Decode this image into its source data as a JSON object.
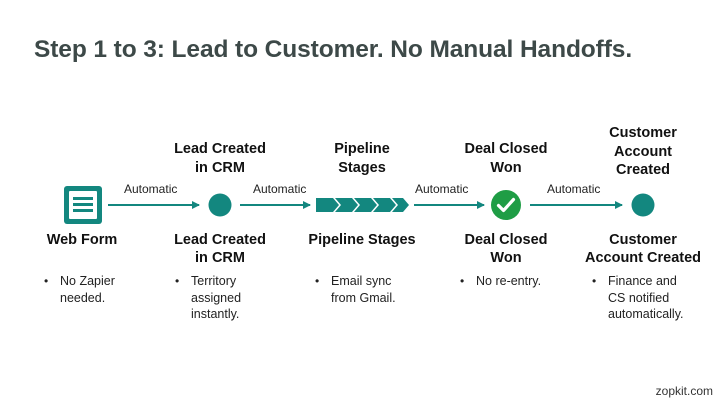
{
  "title": "Step 1 to 3: Lead to Customer. No Manual Handoffs.",
  "colors": {
    "accent": "#13877f",
    "check": "#1f9d45",
    "title": "#3d4948"
  },
  "connectors": [
    "Automatic",
    "Automatic",
    "Automatic",
    "Automatic"
  ],
  "steps": [
    {
      "top": "",
      "node": "form-icon",
      "label": "Web Form",
      "bullet": "No Zapier\nneeded."
    },
    {
      "top": "Lead Created\nin CRM",
      "node": "circle",
      "label": "Lead Created\nin CRM",
      "bullet": "Territory\nassigned\ninstantly."
    },
    {
      "top": "Pipeline\nStages",
      "node": "chevrons",
      "label": "Pipeline Stages",
      "bullet": "Email sync\nfrom Gmail."
    },
    {
      "top": "Deal Closed\nWon",
      "node": "check-circle",
      "label": "Deal Closed\nWon",
      "bullet": "No re-entry."
    },
    {
      "top": "Customer\nAccount\nCreated",
      "node": "circle",
      "label": "Customer\nAccount Created",
      "bullet": "Finance and\nCS notified\nautomatically."
    }
  ],
  "footer": "zopkit.com"
}
